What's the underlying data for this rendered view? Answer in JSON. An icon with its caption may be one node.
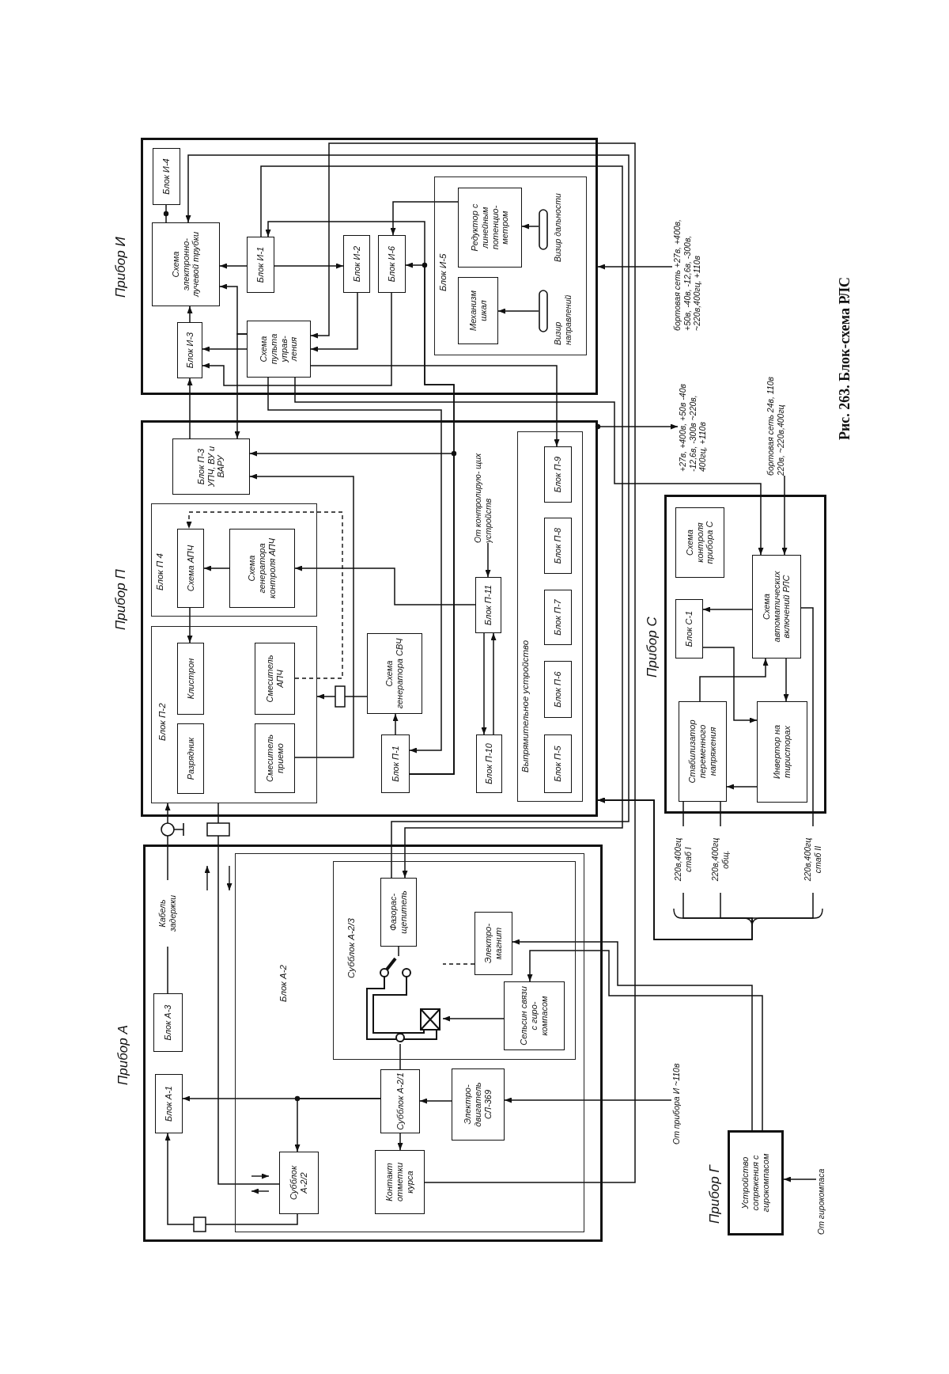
{
  "diagram": {
    "caption": "Рис. 263. Блок-схема РЛС",
    "nodes": [
      {
        "text": [
          "Прибор И"
        ]
      },
      {
        "text": [
          "Блок И-4"
        ],
        "in": 0
      },
      {
        "text": [
          "Схема электронно-лучевой трубки"
        ],
        "in": 0
      },
      {
        "text": [
          "Блок И-3"
        ],
        "in": 0
      },
      {
        "text": [
          "Блок И-1"
        ],
        "in": 0
      },
      {
        "text": [
          "Схема пульта управ- ления"
        ],
        "in": 0
      },
      {
        "text": [
          "Блок И-2"
        ],
        "in": 0
      },
      {
        "text": [
          "Блок И-6"
        ],
        "in": 0
      },
      {
        "text": [
          "Блок И-5"
        ],
        "in": 0
      },
      {
        "text": [
          "Редуктор с линейным потенцио- метром"
        ],
        "in": 8
      },
      {
        "text": [
          "Механизм шкал"
        ],
        "in": 8
      },
      {
        "text": [],
        "shape": "capsule",
        "beside": [
          "Визир дальности"
        ],
        "in": 8
      },
      {
        "text": [],
        "shape": "capsule",
        "beside": [
          "Визир направлений"
        ],
        "in": 8
      },
      {
        "text": [
          "Прибор П"
        ]
      },
      {
        "text": [
          "Блок П-3",
          "УПЧ, ВУ и ВАРУ"
        ],
        "in": 13
      },
      {
        "text": [
          "Блок П 4"
        ],
        "in": 13
      },
      {
        "text": [
          "Схема АПЧ"
        ],
        "in": 15
      },
      {
        "text": [
          "Схема генератора контроля АПЧ"
        ],
        "in": 15
      },
      {
        "text": [
          "Блок П-2"
        ],
        "in": 13
      },
      {
        "text": [
          "Клистрон"
        ],
        "in": 18
      },
      {
        "text": [
          "Смеситель АПЧ"
        ],
        "in": 18
      },
      {
        "text": [
          "Разрядник"
        ],
        "in": 18
      },
      {
        "text": [
          "Смеситель приемо"
        ],
        "in": 18
      },
      {
        "text": [
          "Схема генератора СВЧ"
        ],
        "in": 13
      },
      {
        "text": [
          "Блок П-1"
        ],
        "in": 13
      },
      {
        "text": [
          "От контролирую- щих устройств"
        ],
        "in": 13
      },
      {
        "text": [
          "Блок П-11"
        ],
        "in": 13
      },
      {
        "text": [
          "Блок П-10"
        ],
        "in": 13
      },
      {
        "text": [
          "Выпрямительное устройство"
        ],
        "in": 13
      },
      {
        "text": [
          "Блок П-9"
        ],
        "in": 28
      },
      {
        "text": [
          "Блок П-8"
        ],
        "in": 28
      },
      {
        "text": [
          "Блок П-7"
        ],
        "in": 28
      },
      {
        "text": [
          "Блок П-6"
        ],
        "in": 28
      },
      {
        "text": [
          "Блок П-5"
        ],
        "in": 28
      },
      {
        "text": [
          "Прибор А"
        ]
      },
      {
        "text": [
          "Блок А-3"
        ],
        "in": 34
      },
      {
        "text": [
          "Блок А-1"
        ],
        "in": 34
      },
      {
        "text": [
          "Блок А-2"
        ],
        "in": 34
      },
      {
        "text": [
          "Субблок А-2/3"
        ],
        "in": 37
      },
      {
        "text": [
          "Фазорас- щепитель"
        ],
        "in": 38
      },
      {
        "text": [
          "Электро- магнит"
        ],
        "in": 38
      },
      {
        "text": [],
        "shape": "picture",
        "in": 38
      },
      {
        "text": [
          "Сельсин связи с гиро- компасом"
        ],
        "in": 38
      },
      {
        "text": [
          "Субблок А-2/1"
        ],
        "in": 37
      },
      {
        "text": [
          "Электро- двигатель СЛ-369"
        ],
        "in": 37
      },
      {
        "text": [
          "Субблок А-2/2"
        ],
        "in": 37
      },
      {
        "text": [
          "Контакт отметки курса"
        ],
        "in": 37
      },
      {
        "text": [
          "Прибор С"
        ]
      },
      {
        "text": [
          "Схема контроля прибора С"
        ],
        "in": 47
      },
      {
        "text": [
          "Блок С-1"
        ],
        "in": 47
      },
      {
        "text": [
          "Схема автоматических включений РЛС"
        ],
        "in": 47
      },
      {
        "text": [
          "Стабилизатор переменного напряжения"
        ],
        "in": 47
      },
      {
        "text": [
          "Инвертор на тиристорах"
        ],
        "in": 47
      },
      {
        "text": [
          "Прибор Г",
          "Устройство сопряжения с гирокомпасом"
        ]
      },
      {
        "text": [
          "От гирокомпаса"
        ]
      },
      {
        "text": [
          "бортовая сеть +27в, +400в, +50в, -40в, -12,6в, -300в, ~220в,400гц, +110в"
        ]
      },
      {
        "text": [
          "+27в, +400в, +50в -40в -12,6в, -300в ~220в, 400гц, +110в"
        ]
      },
      {
        "text": [
          "бортовая сеть 24в, 110в 220в, ~220в,400гц"
        ]
      },
      {
        "text": [
          "От прибора И ~110в"
        ]
      }
    ],
    "edges": [
      {
        "from": 1,
        "to": 2,
        "arrow": "none"
      },
      {
        "from": 4,
        "to": 2,
        "arrow": "to"
      },
      {
        "from": 4,
        "to": 6,
        "arrow": "to"
      },
      {
        "from": 6,
        "to": 5,
        "arrow": "to"
      },
      {
        "from": 5,
        "to": 2,
        "arrow": "to"
      },
      {
        "from": 5,
        "to": 3,
        "arrow": "to"
      },
      {
        "from": 7,
        "to": 3,
        "arrow": "to"
      },
      {
        "from": 3,
        "to": 2,
        "arrow": "to"
      },
      {
        "from": 9,
        "to": 7,
        "arrow": "to"
      },
      {
        "from": 11,
        "to": 9,
        "arrow": "to"
      },
      {
        "from": 12,
        "to": 10,
        "arrow": "to"
      },
      {
        "from": 24,
        "to": 4,
        "arrow": "to"
      },
      {
        "from": 24,
        "to": 7,
        "arrow": "to"
      },
      {
        "from": 24,
        "to": 14,
        "arrow": "to"
      },
      {
        "from": 14,
        "to": 3,
        "arrow": "to"
      },
      {
        "from": 5,
        "to": 14,
        "arrow": "to"
      },
      {
        "from": 5,
        "to": 24,
        "arrow": "to"
      },
      {
        "from": 5,
        "to": 29,
        "arrow": "to"
      },
      {
        "from": 5,
        "to": 50,
        "arrow": "to"
      },
      {
        "from": 22,
        "to": 14,
        "arrow": "to"
      },
      {
        "from": 25,
        "to": 26,
        "arrow": "to"
      },
      {
        "from": 26,
        "to": 27,
        "arrow": "to"
      },
      {
        "from": 27,
        "to": 26,
        "arrow": "to"
      },
      {
        "from": 26,
        "to": 17,
        "arrow": "to"
      },
      {
        "from": 17,
        "to": 16,
        "arrow": "to"
      },
      {
        "from": 16,
        "to": 19,
        "arrow": "to"
      },
      {
        "from": 20,
        "to": 16,
        "arrow": "to",
        "style": "dashed"
      },
      {
        "from": 24,
        "to": 23,
        "arrow": "to"
      },
      {
        "from": 23,
        "to": 18,
        "arrow": "to"
      },
      {
        "from": 35,
        "to": 18,
        "arrow": "to",
        "label": "Кабель задержки"
      },
      {
        "from": 45,
        "to": 18,
        "arrow": "none"
      },
      {
        "from": 45,
        "to": 36,
        "arrow": "to"
      },
      {
        "from": 43,
        "to": 36,
        "arrow": "to"
      },
      {
        "from": 43,
        "to": 45,
        "arrow": "to"
      },
      {
        "from": 44,
        "to": 43,
        "arrow": "to"
      },
      {
        "from": 43,
        "to": 46,
        "arrow": "to"
      },
      {
        "from": 43,
        "to": 41,
        "arrow": "none"
      },
      {
        "from": 39,
        "to": 41,
        "arrow": "none"
      },
      {
        "from": 40,
        "to": 41,
        "arrow": "none",
        "style": "dashed"
      },
      {
        "from": 42,
        "to": 41,
        "arrow": "to"
      },
      {
        "from": 4,
        "to": 39,
        "arrow": "to"
      },
      {
        "from": 39,
        "to": 2,
        "arrow": "to"
      },
      {
        "from": 46,
        "to": 5,
        "arrow": "to"
      },
      {
        "from": 53,
        "to": 40,
        "arrow": "to"
      },
      {
        "from": 53,
        "to": 42,
        "arrow": "to"
      },
      {
        "from": 54,
        "to": 53,
        "arrow": "to"
      },
      {
        "from": 55,
        "to": 0,
        "arrow": "to"
      },
      {
        "from": 13,
        "to": 56,
        "arrow": "to"
      },
      {
        "from": 57,
        "to": 50,
        "arrow": "to"
      },
      {
        "from": 58,
        "to": 44,
        "arrow": "to"
      },
      {
        "from": 50,
        "to": 49,
        "arrow": "to"
      },
      {
        "from": 50,
        "to": 52,
        "arrow": "to"
      },
      {
        "from": 49,
        "to": 52,
        "arrow": "to"
      },
      {
        "from": 51,
        "to": 50,
        "arrow": "to"
      },
      {
        "from": 52,
        "to": 51,
        "arrow": "to"
      },
      {
        "from": 51,
        "to": 13,
        "arrow": "to",
        "label": "220в,400гц стаб I"
      },
      {
        "from": 51,
        "to": 13,
        "arrow": "to",
        "label": "220в,400гц общ."
      },
      {
        "from": 50,
        "to": 13,
        "arrow": "to",
        "label": "220в,400гц стаб II"
      }
    ]
  }
}
